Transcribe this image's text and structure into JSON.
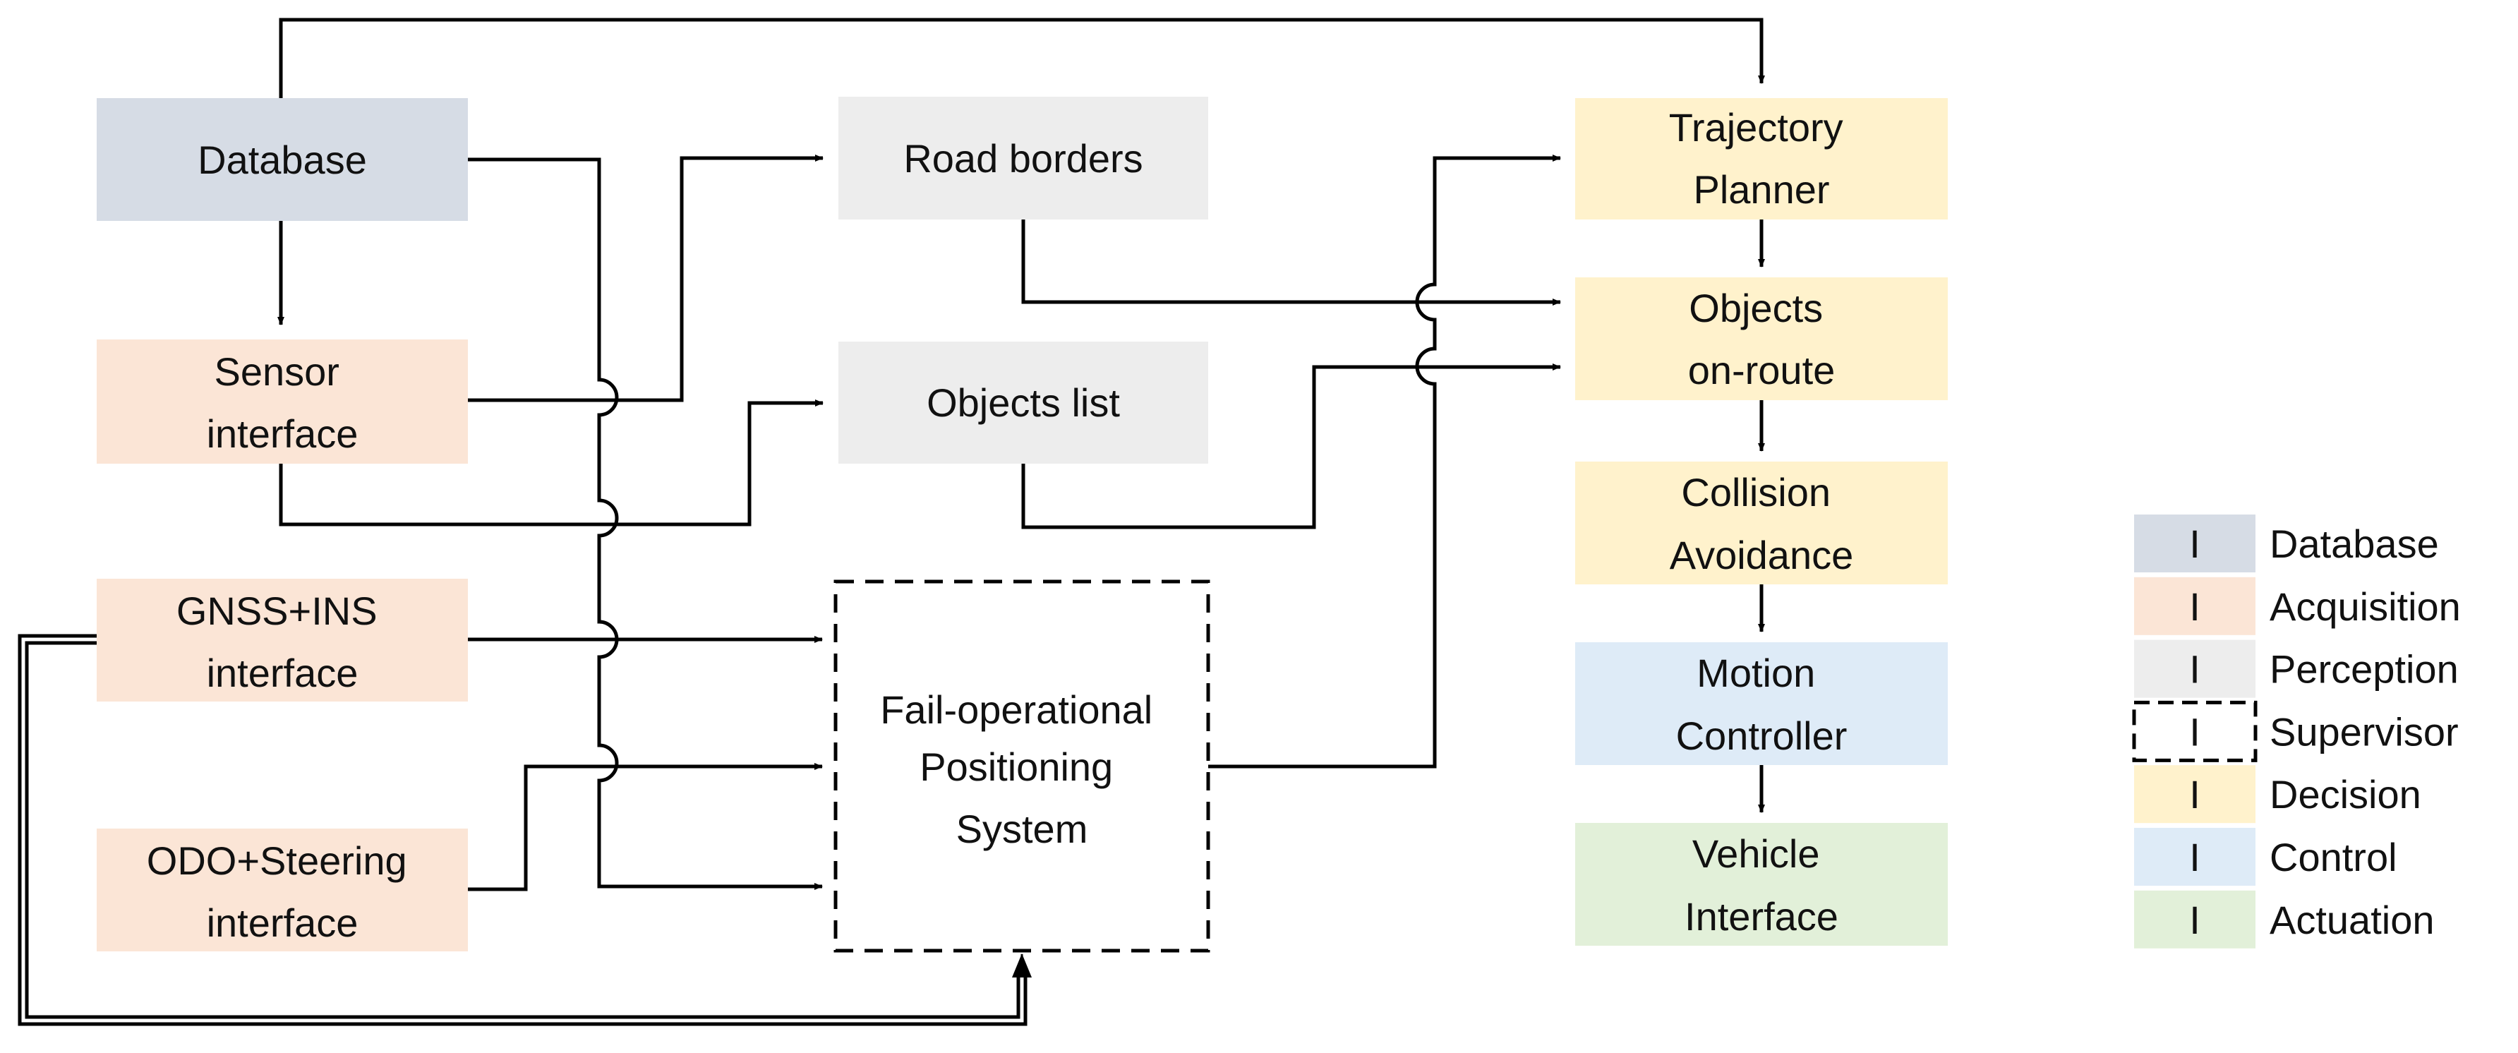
{
  "colors": {
    "database": "#d6dce5",
    "acquisition": "#fbe5d6",
    "perception": "#ededed",
    "supervisor": "#ffffff",
    "decision": "#fff2cc",
    "control": "#deebf7",
    "actuation": "#e2f0d9",
    "line": "#000000"
  },
  "nodes": {
    "database": {
      "lines": [
        "Database"
      ],
      "category": "database"
    },
    "sensor": {
      "lines": [
        "Sensor",
        "interface"
      ],
      "category": "acquisition"
    },
    "gnss": {
      "lines": [
        "GNSS+INS",
        "interface"
      ],
      "category": "acquisition"
    },
    "odo": {
      "lines": [
        "ODO+Steering",
        "interface"
      ],
      "category": "acquisition"
    },
    "road": {
      "lines": [
        "Road borders"
      ],
      "category": "perception"
    },
    "objlist": {
      "lines": [
        "Objects list"
      ],
      "category": "perception"
    },
    "fail": {
      "lines": [
        "Fail-operational",
        "Positioning",
        "System"
      ],
      "category": "supervisor"
    },
    "trajectory": {
      "lines": [
        "Trajectory",
        "Planner"
      ],
      "category": "decision"
    },
    "onroute": {
      "lines": [
        "Objects",
        "on-route"
      ],
      "category": "decision"
    },
    "collision": {
      "lines": [
        "Collision",
        "Avoidance"
      ],
      "category": "decision"
    },
    "motion": {
      "lines": [
        "Motion",
        "Controller"
      ],
      "category": "control"
    },
    "vehicle": {
      "lines": [
        "Vehicle",
        "Interface"
      ],
      "category": "actuation"
    }
  },
  "legend": [
    {
      "swatch": "I",
      "label": "Database",
      "category": "database"
    },
    {
      "swatch": "I",
      "label": "Acquisition",
      "category": "acquisition"
    },
    {
      "swatch": "I",
      "label": "Perception",
      "category": "perception"
    },
    {
      "swatch": "I",
      "label": "Supervisor",
      "category": "supervisor"
    },
    {
      "swatch": "I",
      "label": "Decision",
      "category": "decision"
    },
    {
      "swatch": "I",
      "label": "Control",
      "category": "control"
    },
    {
      "swatch": "I",
      "label": "Actuation",
      "category": "actuation"
    }
  ]
}
